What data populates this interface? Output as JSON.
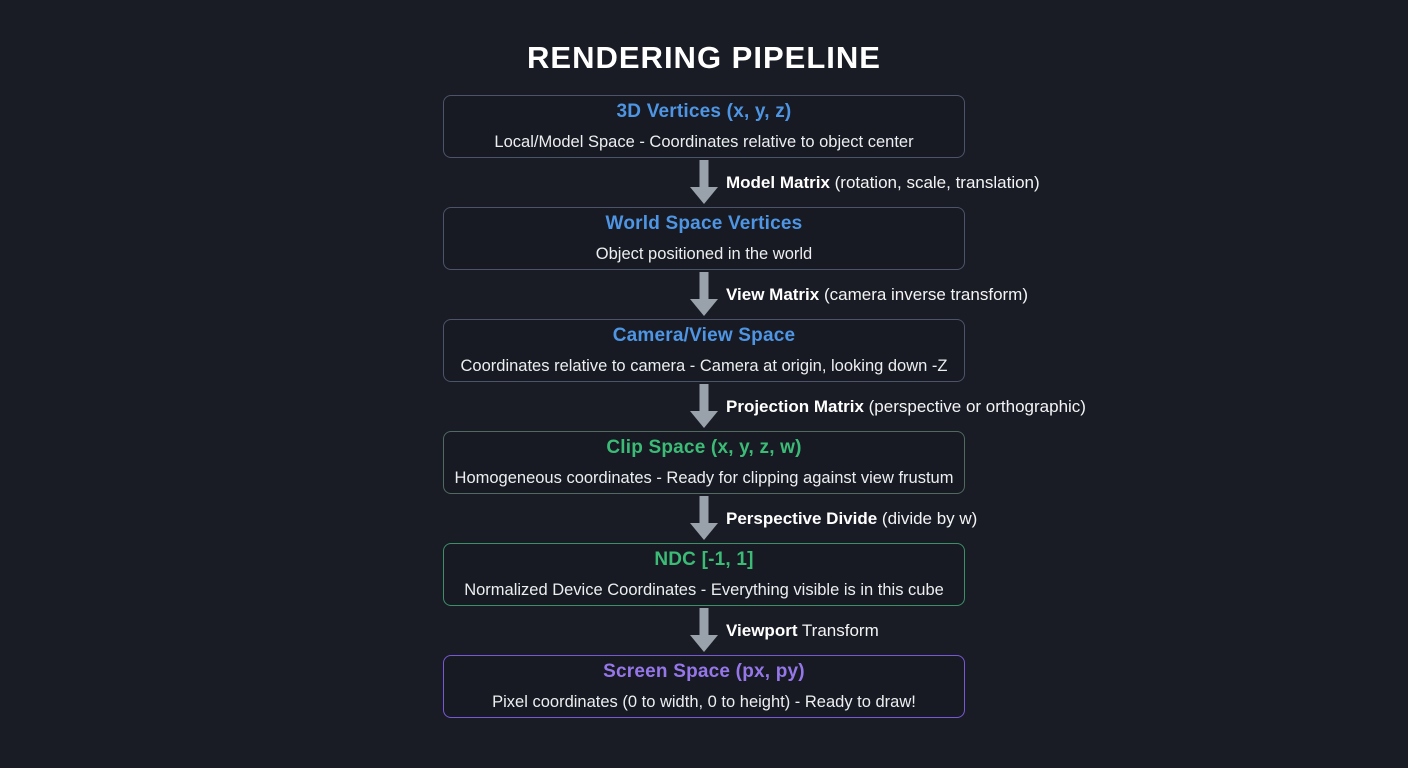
{
  "title": "RENDERING PIPELINE",
  "colors": {
    "background": "#1a1c25",
    "box_background": "#171a23",
    "text": "#eceef0",
    "blue_accent": "#4e95e3",
    "green_accent": "#3cbb77",
    "purple_accent": "#9577ea",
    "default_border": "#4b546a",
    "ndc_border": "#3c9066",
    "screen_border": "#7958d8",
    "arrow": "#99a1ab"
  },
  "pipeline": {
    "stages": [
      {
        "title": "3D Vertices (x, y, z)",
        "description": "Local/Model Space - Coordinates relative to object center",
        "accent": "blue"
      },
      {
        "title": "World Space Vertices",
        "description": "Object positioned in the world",
        "accent": "blue"
      },
      {
        "title": "Camera/View Space",
        "description": "Coordinates relative to camera - Camera at origin, looking down -Z",
        "accent": "blue"
      },
      {
        "title": "Clip Space (x, y, z, w)",
        "description": "Homogeneous coordinates - Ready for clipping against view frustum",
        "accent": "green"
      },
      {
        "title": "NDC [-1, 1]",
        "description": "Normalized Device Coordinates - Everything visible is in this cube",
        "accent": "green"
      },
      {
        "title": "Screen Space (px, py)",
        "description": "Pixel coordinates (0 to width, 0 to height) - Ready to draw!",
        "accent": "purple"
      }
    ],
    "transitions": [
      {
        "bold": "Model Matrix",
        "rest": " (rotation, scale, translation)"
      },
      {
        "bold": "View Matrix",
        "rest": " (camera inverse transform)"
      },
      {
        "bold": "Projection Matrix",
        "rest": " (perspective or orthographic)"
      },
      {
        "bold": "Perspective Divide",
        "rest": " (divide by w)"
      },
      {
        "bold": "Viewport",
        "rest": " Transform"
      }
    ]
  }
}
